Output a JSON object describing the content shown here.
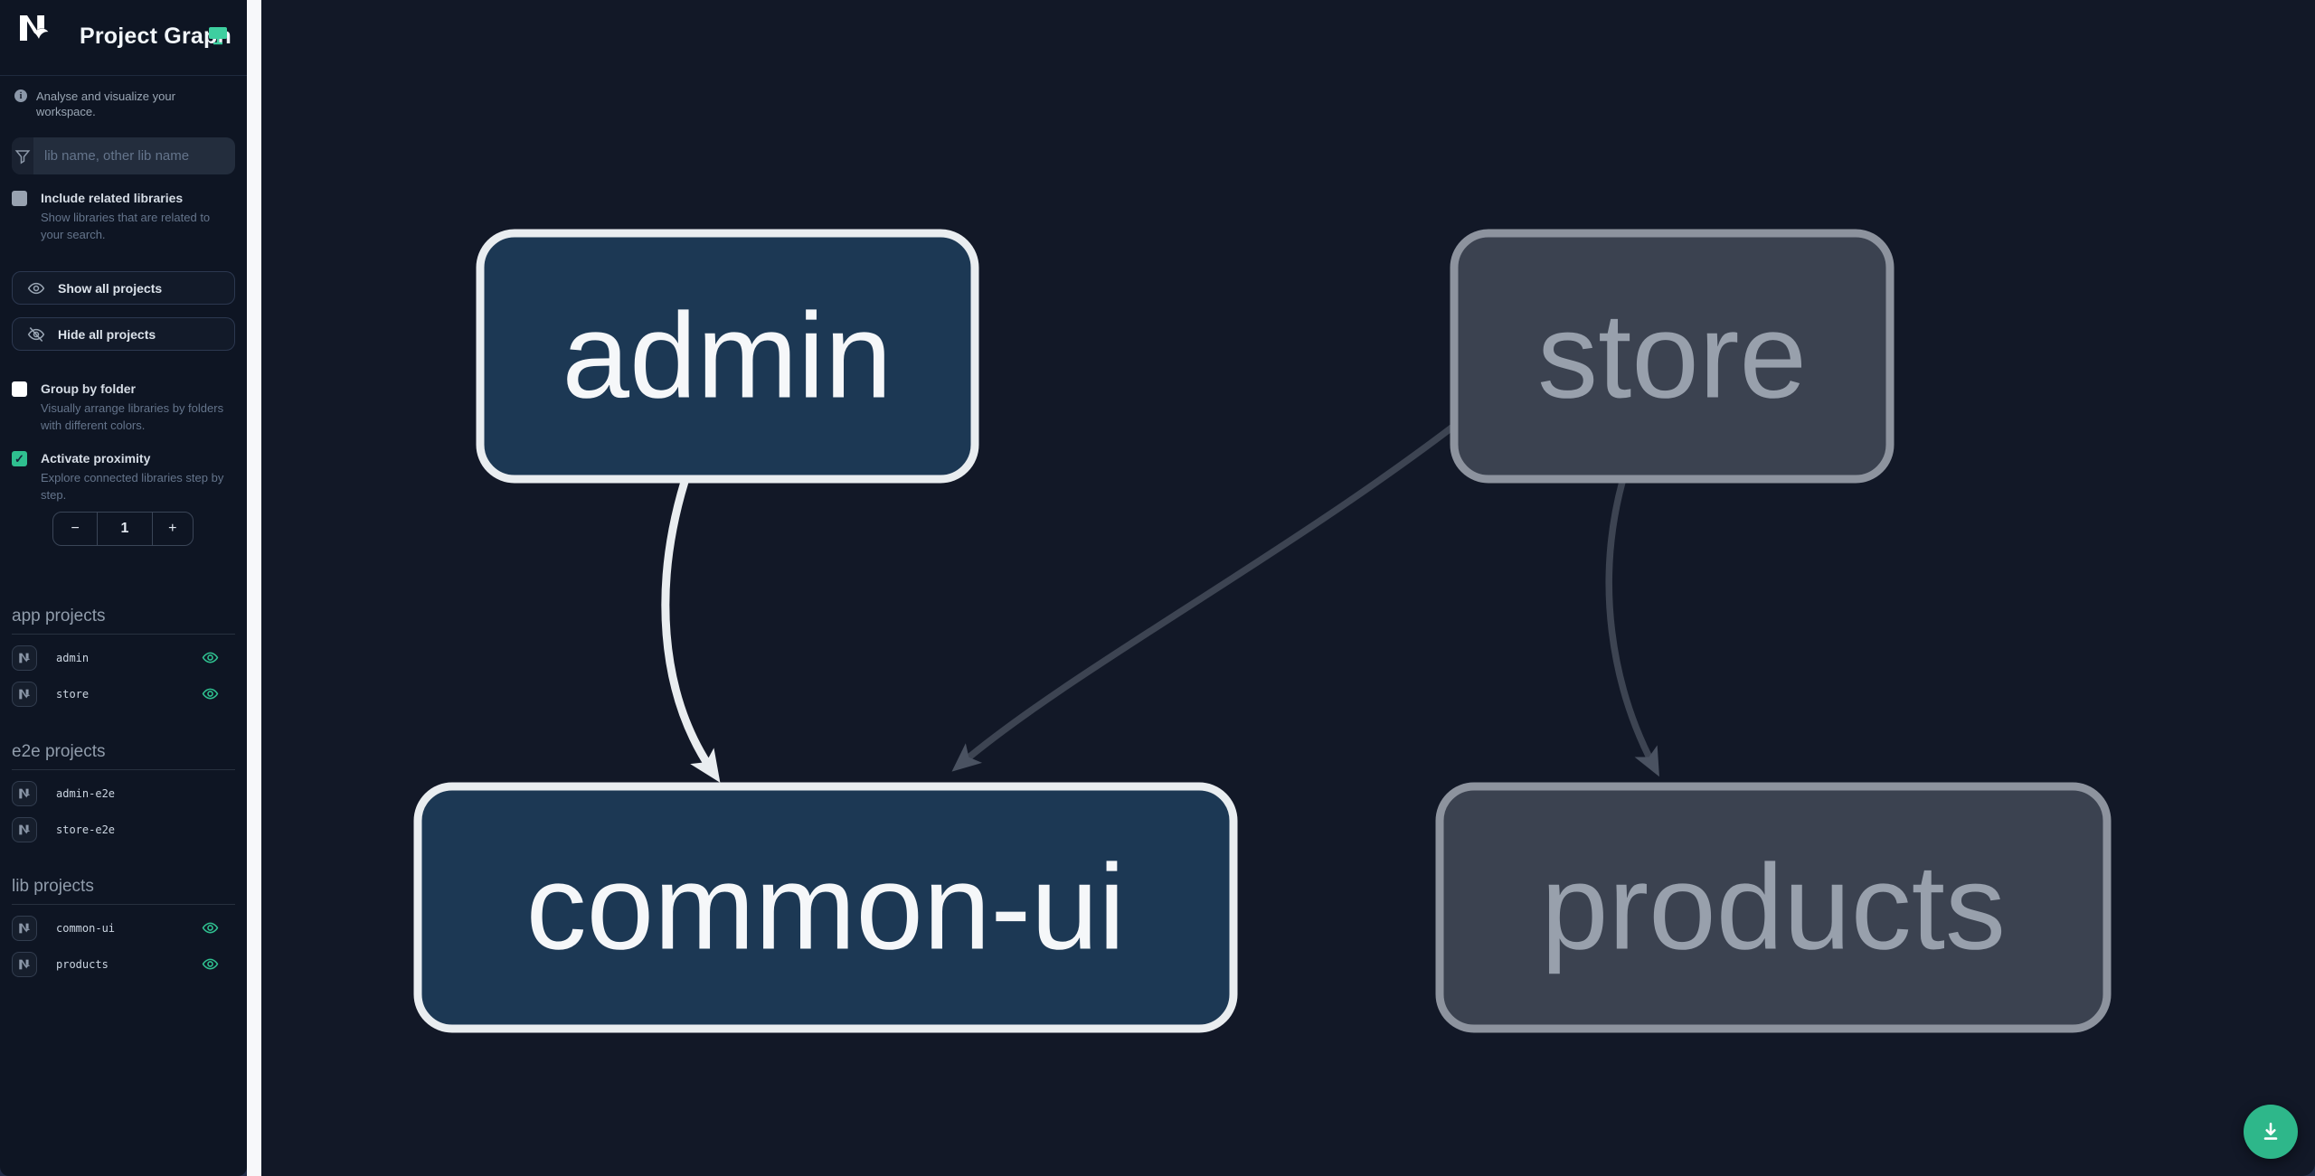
{
  "app": {
    "title": "Project Graph",
    "subtitle": "Analyse and visualize your workspace."
  },
  "colors": {
    "accent_green": "#2fbf8f",
    "sidebar_bg": "#0e1523",
    "canvas_bg": "#121827",
    "node_active_fill": "#1c3854",
    "node_active_border": "#e9edf0",
    "node_faded_fill": "#3b4250",
    "node_faded_border": "#8d939e",
    "edge_active": "#e9edf0",
    "edge_faded": "#3d4452"
  },
  "search": {
    "placeholder": "lib name, other lib name",
    "value": "",
    "icon": "funnel-icon"
  },
  "toggles": {
    "related": {
      "label": "Include related libraries",
      "description": "Show libraries that are related to your search.",
      "checked": false
    },
    "group": {
      "label": "Group by folder",
      "description": "Visually arrange libraries by folders with different colors.",
      "checked": false
    },
    "proximity": {
      "label": "Activate proximity",
      "description": "Explore connected libraries step by step.",
      "checked": true,
      "checkmark": "✓"
    }
  },
  "buttons": {
    "show_all": {
      "label": "Show all projects",
      "icon": "eye-icon"
    },
    "hide_all": {
      "label": "Hide all projects",
      "icon": "eye-off-icon"
    }
  },
  "stepper": {
    "decrement": "−",
    "value": "1",
    "increment": "+"
  },
  "sections": {
    "app": {
      "title": "app projects",
      "items": [
        {
          "name": "admin",
          "visible": true
        },
        {
          "name": "store",
          "visible": true
        }
      ]
    },
    "e2e": {
      "title": "e2e projects",
      "items": [
        {
          "name": "admin-e2e"
        },
        {
          "name": "store-e2e"
        }
      ]
    },
    "lib": {
      "title": "lib projects",
      "items": [
        {
          "name": "common-ui",
          "visible": true
        },
        {
          "name": "products",
          "visible": true
        }
      ]
    }
  },
  "graph": {
    "nodes": [
      {
        "id": "admin",
        "label": "admin",
        "state": "highlighted"
      },
      {
        "id": "store",
        "label": "store",
        "state": "faded"
      },
      {
        "id": "common-ui",
        "label": "common-ui",
        "state": "highlighted"
      },
      {
        "id": "products",
        "label": "products",
        "state": "faded"
      }
    ],
    "edges": [
      {
        "source": "admin",
        "target": "common-ui",
        "state": "highlighted"
      },
      {
        "source": "store",
        "target": "common-ui",
        "state": "faded"
      },
      {
        "source": "store",
        "target": "products",
        "state": "faded"
      }
    ]
  },
  "fab": {
    "icon": "download-icon"
  }
}
